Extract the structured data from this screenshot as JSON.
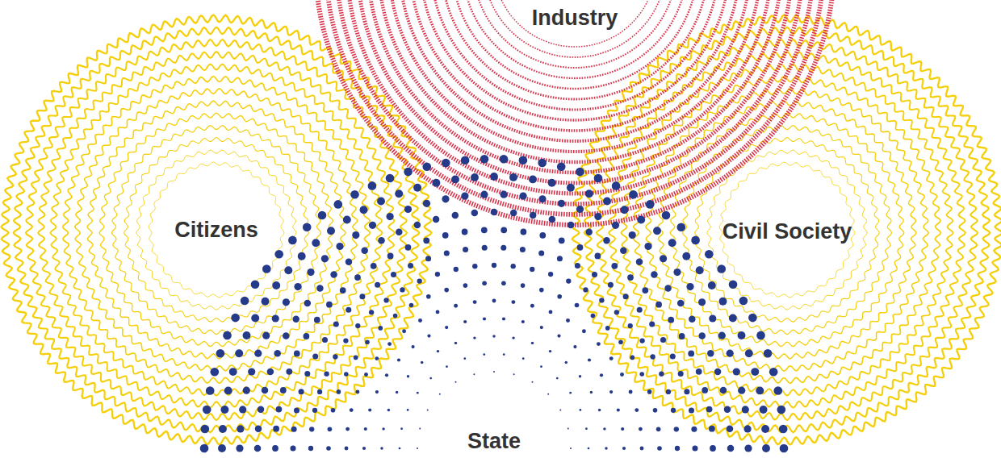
{
  "diagram": {
    "nodes": [
      {
        "text": [
          "Industry"
        ]
      },
      {
        "text": [
          "Citizens"
        ]
      },
      {
        "text": [
          "Civil Society"
        ]
      },
      {
        "text": [
          "State"
        ]
      }
    ]
  }
}
